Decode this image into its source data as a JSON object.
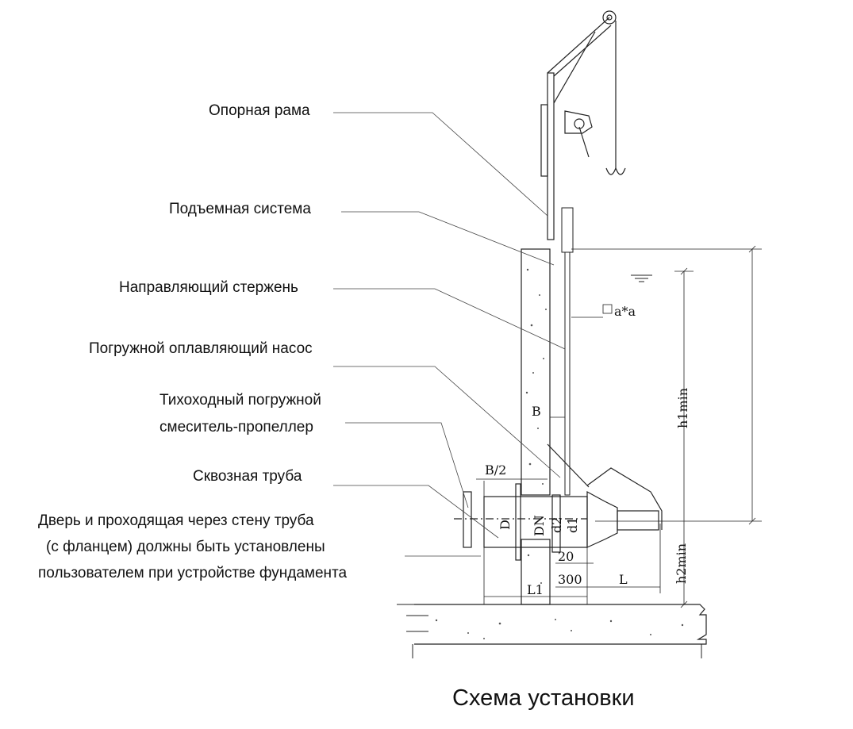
{
  "labels": {
    "support_frame": "Опорная рама",
    "lifting_system": "Подъемная система",
    "guide_rod": "Направляющий стержень",
    "submersible_pump": "Погружной оплавляющий насос",
    "mixer_line1": "Тихоходный погружной",
    "mixer_line2": "смеситель-пропеллер",
    "through_pipe": "Сквозная труба",
    "note_line1": "Дверь и проходящая через стену труба",
    "note_line2": "(с фланцем) должны быть установлены",
    "note_line3": "пользователем при устройстве фундамента"
  },
  "dimensions": {
    "a_a": "a*a",
    "b": "B",
    "b_half": "B/2",
    "h1min": "h1min",
    "h2min": "h2min",
    "d": "D",
    "dn": "DN",
    "d2": "d2",
    "d1": "d1",
    "twenty": "20",
    "three_hundred": "300",
    "l": "L",
    "l1": "L1"
  },
  "caption": "Схема установки"
}
